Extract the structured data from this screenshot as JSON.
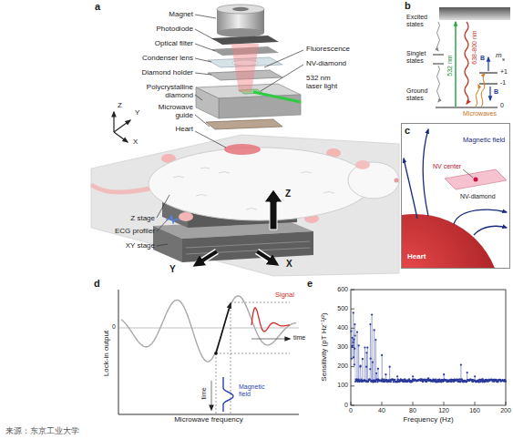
{
  "diagram": {
    "caption": "来源：东京工业大学",
    "nodes": [
      {
        "text": [
          "c",
          "Magnetic field",
          "NV center",
          "NV-diamond",
          "Heart"
        ]
      }
    ],
    "labels": [
      "a",
      "Magnet",
      "Photodiode",
      "Optical filter",
      "Condenser lens",
      "Diamond holder",
      "Polycrystalline diamond",
      "Microwave guide",
      "Heart",
      "Fluorescence",
      "NV-diamond",
      "532 nm laser light",
      "Z",
      "Y",
      "X",
      "Z stage",
      "ECG profiler",
      "XY stage",
      "Z",
      "Y",
      "X",
      "b",
      "Excited states",
      "Singlet states",
      "Ground states",
      "532 nm",
      "638-800 nm",
      "m",
      "s",
      "+1",
      "-1",
      "0",
      "B",
      "B",
      "Microwaves",
      "d",
      "Lock-in output",
      "Microwave frequency",
      "0",
      "Signal",
      "time",
      "time",
      "Magnetic field",
      "e",
      "Sensitivity (pT Hz⁻¹/²)",
      "Frequency (Hz)",
      "0",
      "100",
      "200",
      "300",
      "400",
      "500",
      "600",
      "0",
      "40",
      "80",
      "120",
      "160",
      "200"
    ]
  }
}
